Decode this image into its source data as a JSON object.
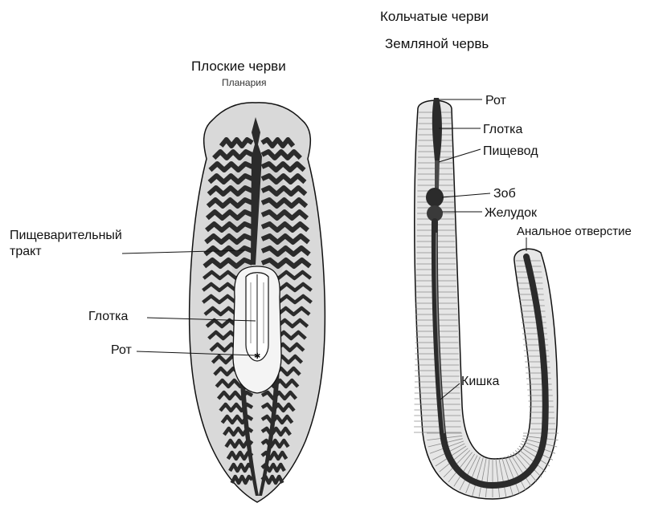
{
  "colors": {
    "outline": "#111111",
    "body_fill": "#d9d9d9",
    "gut_dark": "#2b2b2b",
    "pharynx_fill": "#f4f4f4",
    "worm_fill": "#e6e6e6",
    "segment_line": "#8c8c8c"
  },
  "flatworm": {
    "title": "Плоские черви",
    "subtitle": "Планария",
    "labels": {
      "digestive_line1": "Пищеварительный",
      "digestive_line2": "тракт",
      "pharynx": "Глотка",
      "mouth": "Рот"
    }
  },
  "earthworm": {
    "title": "Кольчатые черви",
    "subtitle": "Земляной червь",
    "labels": {
      "mouth": "Рот",
      "pharynx": "Глотка",
      "esophagus": "Пищевод",
      "crop": "Зоб",
      "gizzard": "Желудок",
      "anus": "Анальное отверстие",
      "intestine": "Кишка"
    }
  }
}
